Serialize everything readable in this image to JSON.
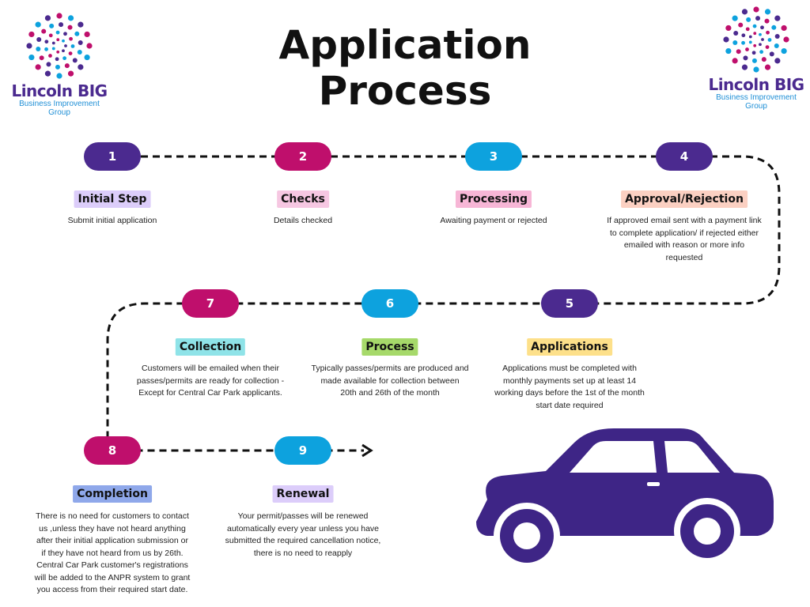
{
  "title_line1": "Application",
  "title_line2": "Process",
  "logo": {
    "name": "Lincoln BIG",
    "sub1": "Business Improvement",
    "sub2": "Group"
  },
  "colors": {
    "purple": "#4b2a8f",
    "magenta": "#bf0f6c",
    "cyan": "#0da2de",
    "line": "#111111"
  },
  "steps": [
    {
      "num": "1",
      "label": "Initial Step",
      "desc": [
        "Submit initial application"
      ],
      "pill": "#4b2a8f",
      "tag": "#dccdfa"
    },
    {
      "num": "2",
      "label": "Checks",
      "desc": [
        "Details checked"
      ],
      "pill": "#bf0f6c",
      "tag": "#f6c7e2"
    },
    {
      "num": "3",
      "label": "Processing",
      "desc": [
        "Awaiting payment or rejected"
      ],
      "pill": "#0da2de",
      "tag": "#f7b6d6"
    },
    {
      "num": "4",
      "label": "Approval/Rejection",
      "desc": [
        "If approved email sent with a payment link",
        "to complete application/ if rejected either",
        "emailed with reason or more info",
        "requested"
      ],
      "pill": "#4b2a8f",
      "tag": "#fbd0c2"
    },
    {
      "num": "5",
      "label": "Applications",
      "desc": [
        "Applications must be completed with",
        "monthly payments set up at least 14",
        "working days before the 1st of the month",
        "start date required"
      ],
      "pill": "#4b2a8f",
      "tag": "#fde08a"
    },
    {
      "num": "6",
      "label": "Process",
      "desc": [
        "Typically passes/permits are produced and",
        "made available for collection between",
        "20th and 26th of the month"
      ],
      "pill": "#0da2de",
      "tag": "#a6d96a"
    },
    {
      "num": "7",
      "label": "Collection",
      "desc": [
        "Customers will be emailed when their",
        "passes/permits are ready for collection -",
        "Except for Central Car Park applicants."
      ],
      "pill": "#bf0f6c",
      "tag": "#8fe3e8"
    },
    {
      "num": "8",
      "label": "Completion",
      "desc": [
        "There is no need for customers to contact",
        "us ,unless they have not heard anything",
        "after their initial application submission or",
        "if they have not heard from us by 26th.",
        "Central Car Park customer's registrations",
        "will be added to the ANPR system to grant",
        "you access from their required start date."
      ],
      "pill": "#bf0f6c",
      "tag": "#8fa8ea"
    },
    {
      "num": "9",
      "label": "Renewal",
      "desc": [
        "Your permit/passes will be renewed",
        "automatically every year unless you have",
        "submitted the required cancellation notice,",
        "there is no need to reapply"
      ],
      "pill": "#0da2de",
      "tag": "#dccdfa"
    }
  ]
}
